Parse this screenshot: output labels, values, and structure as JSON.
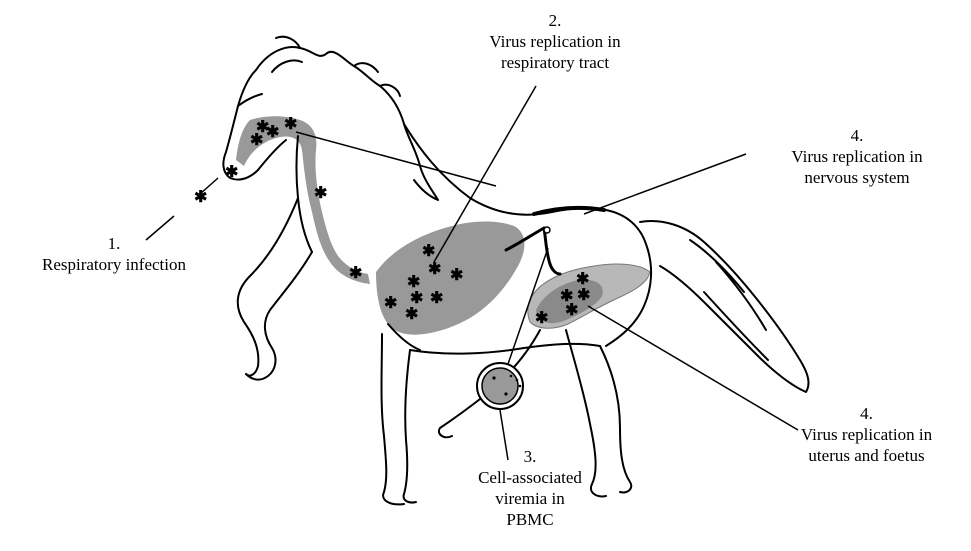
{
  "annotations": {
    "respiratory_infection": {
      "number": "1.",
      "line1": "Respiratory infection"
    },
    "respiratory_tract": {
      "number": "2.",
      "line1": "Virus replication in",
      "line2": "respiratory tract"
    },
    "viremia": {
      "number": "3.",
      "line1": "Cell-associated",
      "line2": "viremia in",
      "line3": "PBMC"
    },
    "nervous_system": {
      "number": "4.",
      "line1": "Virus replication in",
      "line2": "nervous system"
    },
    "uterus": {
      "number": "4.",
      "line1": "Virus replication in",
      "line2": "uterus and foetus"
    }
  },
  "colors": {
    "outline": "#000000",
    "tissue": "#999999",
    "tissue_light": "#b8b8b8",
    "virion": "#000000"
  }
}
